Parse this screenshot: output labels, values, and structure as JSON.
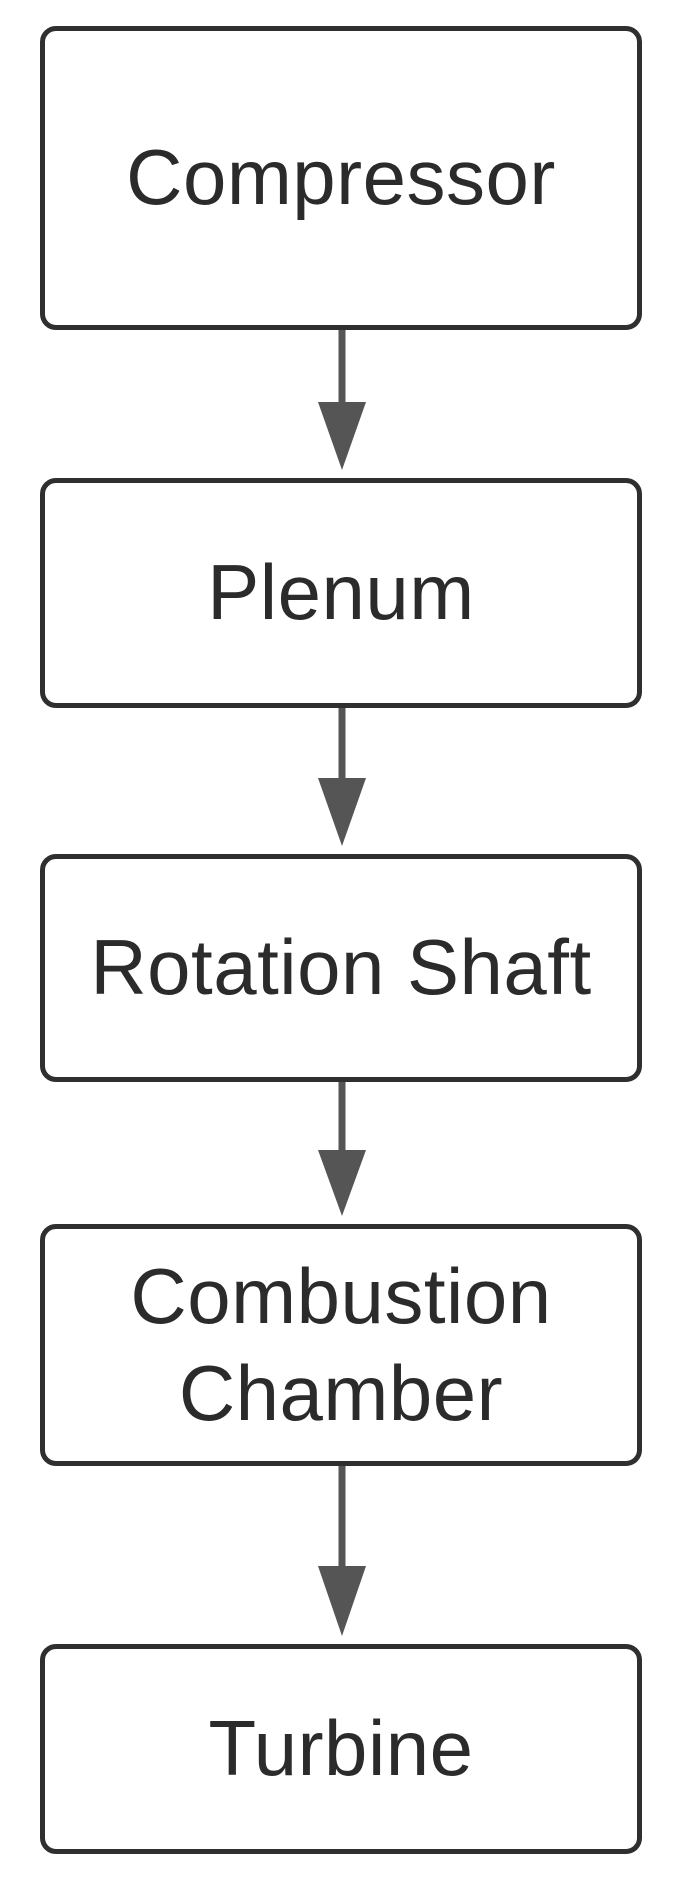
{
  "diagram": {
    "colors": {
      "box_border": "#2f2f2f",
      "text": "#2b2b2b",
      "arrow": "#555555",
      "background": "#ffffff"
    },
    "nodes": [
      {
        "label": "Compressor"
      },
      {
        "label": "Plenum"
      },
      {
        "label": "Rotation Shaft"
      },
      {
        "label": "Combustion\nChamber"
      },
      {
        "label": "Turbine"
      }
    ],
    "edges": [
      {
        "from": "Compressor",
        "to": "Plenum"
      },
      {
        "from": "Plenum",
        "to": "Rotation Shaft"
      },
      {
        "from": "Rotation Shaft",
        "to": "Combustion Chamber"
      },
      {
        "from": "Combustion Chamber",
        "to": "Turbine"
      }
    ]
  }
}
